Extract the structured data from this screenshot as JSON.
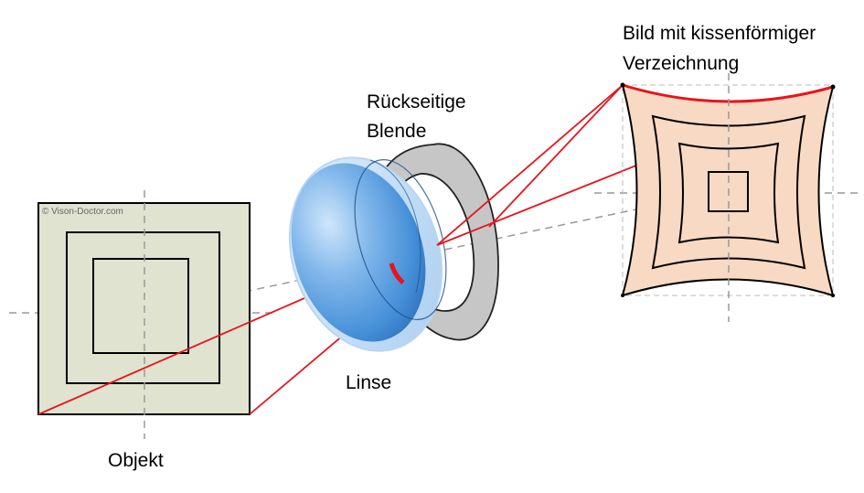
{
  "labels": {
    "image_title_line1": "Bild mit kissenförmiger",
    "image_title_line2": "Verzeichnung",
    "aperture_line1": "Rückseitige",
    "aperture_line2": "Blende",
    "lens": "Linse",
    "object": "Objekt",
    "copyright": "© Vison-Doctor.com"
  },
  "colors": {
    "object_fill": "#dfe3d0",
    "image_fill": "#f8d9c3",
    "ray": "#e8141b",
    "aperture_ring": "#c6c6c6",
    "lens_blue": "#3d8ad6",
    "axis_dash": "#999999"
  },
  "icons": {
    "lens": "convex-lens",
    "aperture": "ring-aperture"
  }
}
